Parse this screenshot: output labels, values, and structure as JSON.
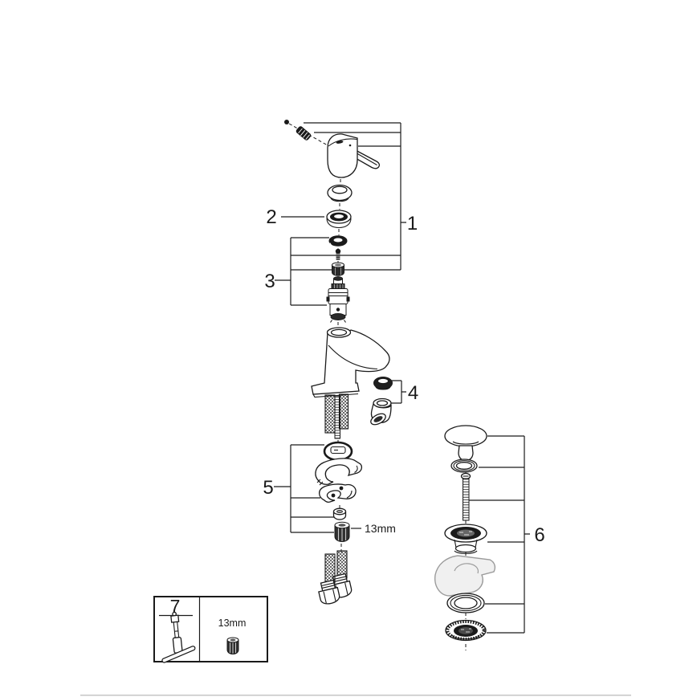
{
  "callouts": {
    "c1": "1",
    "c2": "2",
    "c3": "3",
    "c4": "4",
    "c5": "5",
    "c6": "6",
    "c7": "7"
  },
  "annotations": {
    "wrench_size": "13mm",
    "legend_wrench_size": "13mm"
  },
  "colors": {
    "line": "#1a1a1a",
    "background": "#ffffff",
    "sink_section_fill": "#f0f0f0",
    "sink_section_line": "#9b9b9b",
    "footer_rule": "#c9c9c9"
  }
}
